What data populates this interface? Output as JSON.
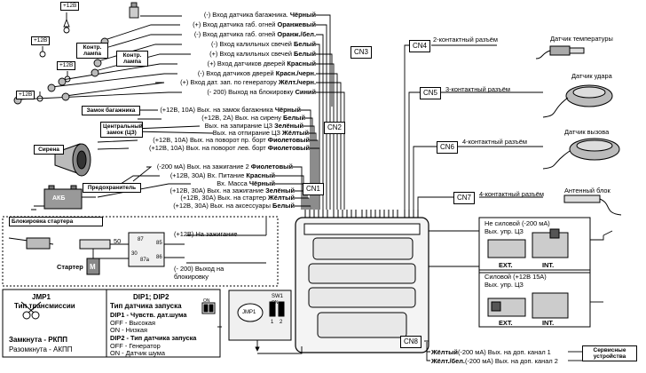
{
  "cn3": {
    "tag": "CN3",
    "lines": [
      {
        "text": "(-) Вход датчика багажника.",
        "color": "Чёрный"
      },
      {
        "text": "(+) Вход датчика габ. огней",
        "color": "Оранжевый"
      },
      {
        "text": "(-) Вход датчика габ. огней",
        "color": "Оранж./бел."
      },
      {
        "text": "(-) Вход калильных свечей",
        "color": "Белый"
      },
      {
        "text": "(+) Вход калильных свечей",
        "color": "Белый"
      },
      {
        "text": "(+) Вход датчиков дверей",
        "color": "Красный"
      },
      {
        "text": "(-) Вход датчиков дверей",
        "color": "Красн./черн."
      },
      {
        "text": "(+) Вход дат. зап. по генератору",
        "color": "Жёлт./черн."
      },
      {
        "text": "(- 200) Выход на блокировку",
        "color": "Синий"
      }
    ]
  },
  "cn2": {
    "tag": "CN2",
    "lines": [
      {
        "text": "(+12В, 10А) Вых. на замок багажника",
        "color": "Чёрный"
      },
      {
        "text": "(+12В, 2А) Вых. на сирену",
        "color": "Белый"
      },
      {
        "text": "Вых. на запирание ЦЗ",
        "color": "Зелёный"
      },
      {
        "text": "Вых. на отпирание ЦЗ",
        "color": "Жёлтый"
      },
      {
        "text": "(+12В, 10А) Вых. на поворот пр. борт",
        "color": "Фиолетовый"
      },
      {
        "text": "(+12В, 10А) Вых. на поворот лев. борт",
        "color": "Фиолетовый"
      }
    ]
  },
  "cn1": {
    "tag": "CN1",
    "lines": [
      {
        "text": "(-200 мА) Вых. на зажигание 2",
        "color": "Фиолетовый"
      },
      {
        "text": "(+12В, 30А) Вх. Питание",
        "color": "Красный"
      },
      {
        "text": "Вх. Масса",
        "color": "Чёрный"
      },
      {
        "text": "(+12В, 30А) Вых. на зажигание",
        "color": "Зелёный"
      },
      {
        "text": "(+12В, 30А) Вых. на стартер",
        "color": "Жёлтый"
      },
      {
        "text": "(+12В, 30А) Вых. на аксессуары",
        "color": "Белый"
      }
    ]
  },
  "left": {
    "p12_top": "+12В",
    "p12_a": "+12В",
    "p12_b": "+12В",
    "p12_c": "+12В",
    "kontr_lampa_1": "Контр. лампа",
    "kontr_lampa_2": "Контр. лампа",
    "zamok_bag": "Замок багажника",
    "centr_zamok": "Центральный замок (ЦЗ)",
    "sirena": "Сирена",
    "predohranitel": "Предохранитель",
    "akb": "АКБ"
  },
  "starter_block": {
    "title": "Блокировка стартера",
    "num50": "50",
    "r87": "87",
    "r30": "30",
    "r87a": "87a",
    "r85": "85",
    "r86": "86",
    "starter": "Стартер",
    "motor": "M",
    "ign_text": "(+12В) На зажигание",
    "block_text": "(- 200) Выход на блокировку"
  },
  "jmp": {
    "jmp1_title": "JMP1",
    "jmp1_sub": "Тип трансмиссии",
    "closed": "Замкнута - РКПП",
    "open": "Разомкнута - АКПП",
    "dip_title": "DIP1; DIP2",
    "dip_sub": "Тип датчика запуска",
    "dip1": "DIP1 - Чувств. дат.шума",
    "dip1_off": "OFF - Высокая",
    "dip1_on": "ON - Низкая",
    "dip2": "DIP2 - Тип датчика запуска",
    "dip2_off": "OFF - Генератор",
    "dip2_on": "ON - Датчик шума",
    "sw_title": "SW1",
    "sw_on": "ON",
    "sw_1": "1",
    "sw_2": "2",
    "jmp_small": "JMP1",
    "on_small": "ON"
  },
  "right": {
    "cn4_tag": "CN4",
    "cn4_text": "2-контактный разъём",
    "temp_sensor": "Датчик температуры",
    "cn5_tag": "CN5",
    "cn5_text": "3-контактный разъём",
    "shock_sensor": "Датчик удара",
    "cn6_tag": "CN6",
    "cn6_text": "4-контактный разъём",
    "call_sensor": "Датчик вызова",
    "cn7_tag": "CN7",
    "cn7_text": "4-контактный разъём",
    "antenna": "Антенный блок",
    "np_title": "Не силовой (-200 мА)",
    "np_sub": "Вых. упр. ЦЗ",
    "p_title": "Силовой (+12В 15А)",
    "p_sub": "Вых. упр. ЦЗ",
    "ext": "EXT.",
    "int": "INT.",
    "ext2": "EXT.",
    "int2": "INT.",
    "cn8_tag": "CN8",
    "cn8_l1_color": "Жёлтый",
    "cn8_l1": "(-200 мА) Вых. на доп. канал 1",
    "cn8_l2_color": "Жёлт./бел.",
    "cn8_l2": "(-200 мА) Вых. на доп. канал 2",
    "service": "Сервисные устройства"
  }
}
